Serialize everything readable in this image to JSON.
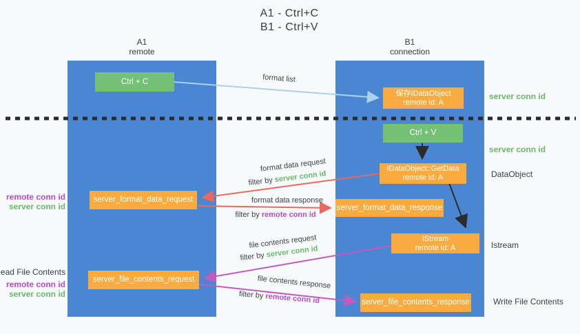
{
  "title": {
    "line1": "A1 - Ctrl+C",
    "line2": "B1 - Ctrl+V"
  },
  "lifelines": {
    "left": {
      "title": "A1",
      "subtitle": "remote"
    },
    "right": {
      "title": "B1",
      "subtitle": "connection"
    }
  },
  "nodes": {
    "ctrl_c": {
      "label": "Ctrl + C"
    },
    "save_idataobject": {
      "line1": "保存IDataObject",
      "line2": "remote id: A"
    },
    "ctrl_v": {
      "label": "Ctrl + V"
    },
    "idataobject_getdata": {
      "line1": "IDataObject::GetData",
      "line2": "remote id: A"
    },
    "server_format_data_request": {
      "label": "server_format_data_request"
    },
    "server_format_data_response": {
      "label": "server_format_data_response"
    },
    "istream": {
      "line1": "IStream",
      "line2": "remote id: A"
    },
    "server_file_contents_request": {
      "label": "server_file_contents_request"
    },
    "server_file_contents_response": {
      "label": "server_file_contents_response"
    }
  },
  "arrows": {
    "format_list": {
      "label": "format list"
    },
    "format_data_request": {
      "label": "format data request",
      "filter_prefix": "filter by",
      "filter_key": "server conn id"
    },
    "format_data_response": {
      "label": "format data response",
      "filter_prefix": "filter by",
      "filter_key": "remote conn id"
    },
    "file_contents_request": {
      "label": "file contents request",
      "filter_prefix": "filter by",
      "filter_key": "server conn id"
    },
    "file_contents_response": {
      "label": "file contents response",
      "filter_prefix": "filter by",
      "filter_key": "remote conn id"
    }
  },
  "annotations": {
    "right_server_conn_id_top": "server conn id",
    "right_server_conn_id_mid": "server conn id",
    "dataobject": "DataObject",
    "istream": "Istream",
    "write_file_contents": "Write File Contents",
    "left_remote_conn_id_top": "remote conn id",
    "left_server_conn_id_top": "server conn id",
    "read_file_contents": "Read File Contents",
    "left_remote_conn_id_bottom": "remote conn id",
    "left_server_conn_id_bottom": "server conn id"
  },
  "colors": {
    "lifeline_blue": "#4a86d2",
    "box_green": "#74c175",
    "box_orange": "#f9ab40",
    "arrow_lightblue": "#a9d3ea",
    "arrow_red": "#e8695e",
    "arrow_magenta": "#c45ac0",
    "text_green": "#67bb6a",
    "text_purple": "#b44ec9",
    "separator_black": "#2b2b2b"
  }
}
